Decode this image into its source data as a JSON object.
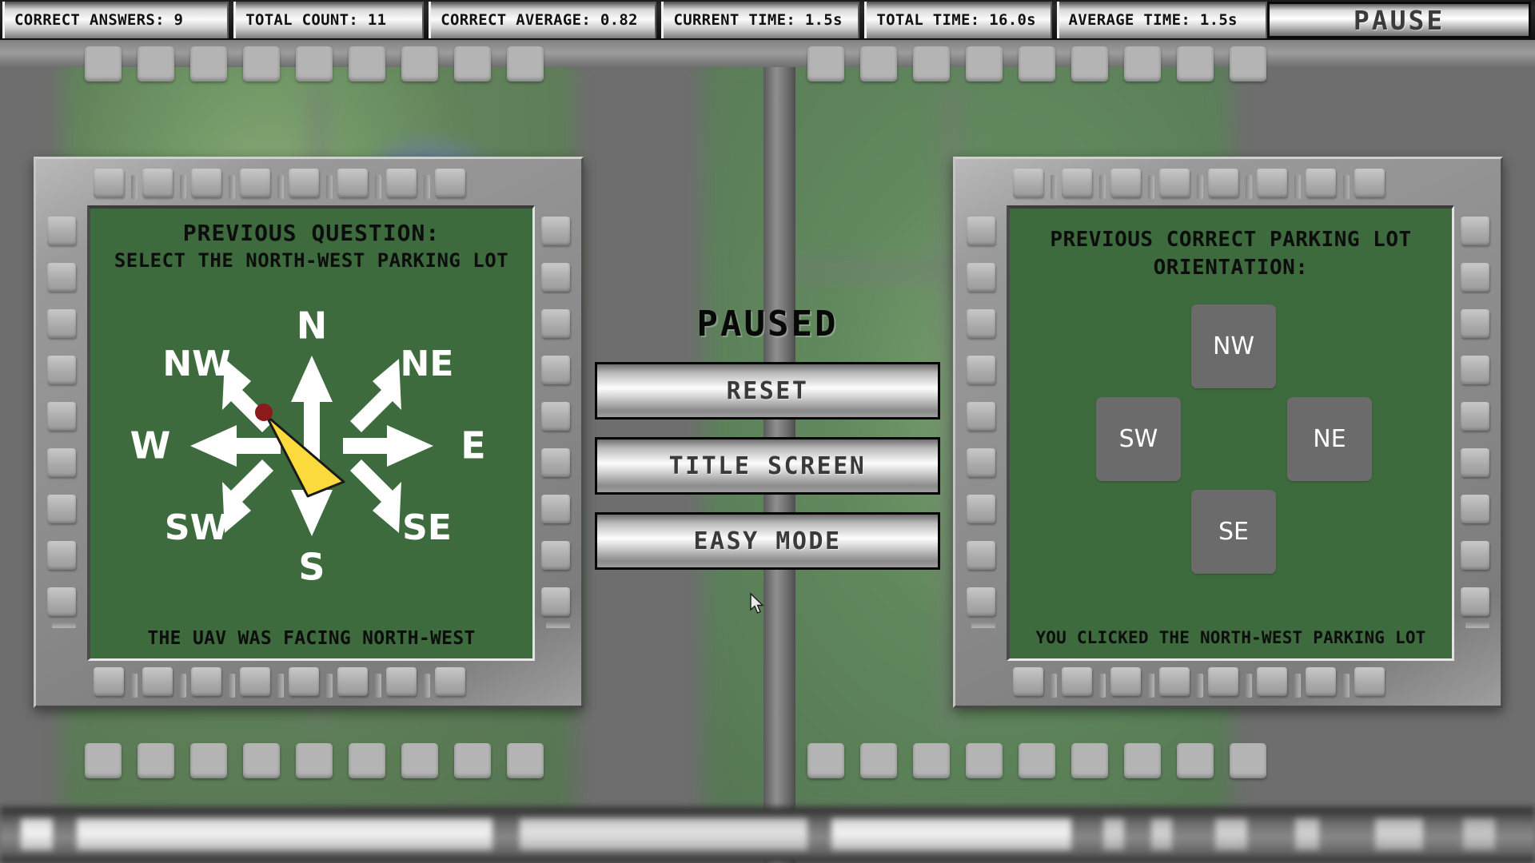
{
  "topbar": {
    "stats": [
      {
        "name": "correct-answers",
        "label": "CORRECT ANSWERS: 9"
      },
      {
        "name": "total-count",
        "label": "TOTAL COUNT: 11"
      },
      {
        "name": "correct-average",
        "label": "CORRECT AVERAGE: 0.82"
      },
      {
        "name": "current-time",
        "label": "CURRENT TIME: 1.5s"
      },
      {
        "name": "total-time",
        "label": "TOTAL TIME: 16.0s"
      },
      {
        "name": "average-time",
        "label": "AVERAGE TIME: 1.5s"
      }
    ],
    "pause_label": "PAUSE"
  },
  "left_panel": {
    "question_line1": "PREVIOUS QUESTION:",
    "question_line2": "SELECT THE NORTH-WEST PARKING LOT",
    "footer": "THE UAV WAS FACING NORTH-WEST",
    "compass": {
      "labels": {
        "n": "N",
        "ne": "NE",
        "e": "E",
        "se": "SE",
        "s": "S",
        "sw": "SW",
        "w": "W",
        "nw": "NW"
      },
      "heading": "NORTH-WEST",
      "heading_degrees": 315,
      "needle_color": "#FADA3C",
      "needle_tip_color": "#8B1A1A",
      "arrow_color": "#FFFFFF",
      "screen_color": "#3D6B3D"
    }
  },
  "menu": {
    "paused_label": "PAUSED",
    "buttons": [
      {
        "name": "reset-button",
        "label": "RESET"
      },
      {
        "name": "title-screen-button",
        "label": "TITLE SCREEN"
      },
      {
        "name": "easy-mode-button",
        "label": "EASY MODE"
      }
    ]
  },
  "right_panel": {
    "title_line1": "PREVIOUS CORRECT PARKING LOT",
    "title_line2": "ORIENTATION:",
    "footer": "YOU CLICKED THE NORTH-WEST PARKING LOT",
    "lots": [
      {
        "name": "parking-lot-nw",
        "label": "NW"
      },
      {
        "name": "parking-lot-sw",
        "label": "SW"
      },
      {
        "name": "parking-lot-ne",
        "label": "NE"
      },
      {
        "name": "parking-lot-se",
        "label": "SE"
      }
    ],
    "lot_color": "#6B6B6B",
    "screen_color": "#3D6B3D"
  },
  "theme": {
    "accent_green": "#3D6B3D",
    "chip_gray": "#8C8C8C",
    "pad_gray": "#B4B4B4",
    "bar_dark": "#101010"
  }
}
